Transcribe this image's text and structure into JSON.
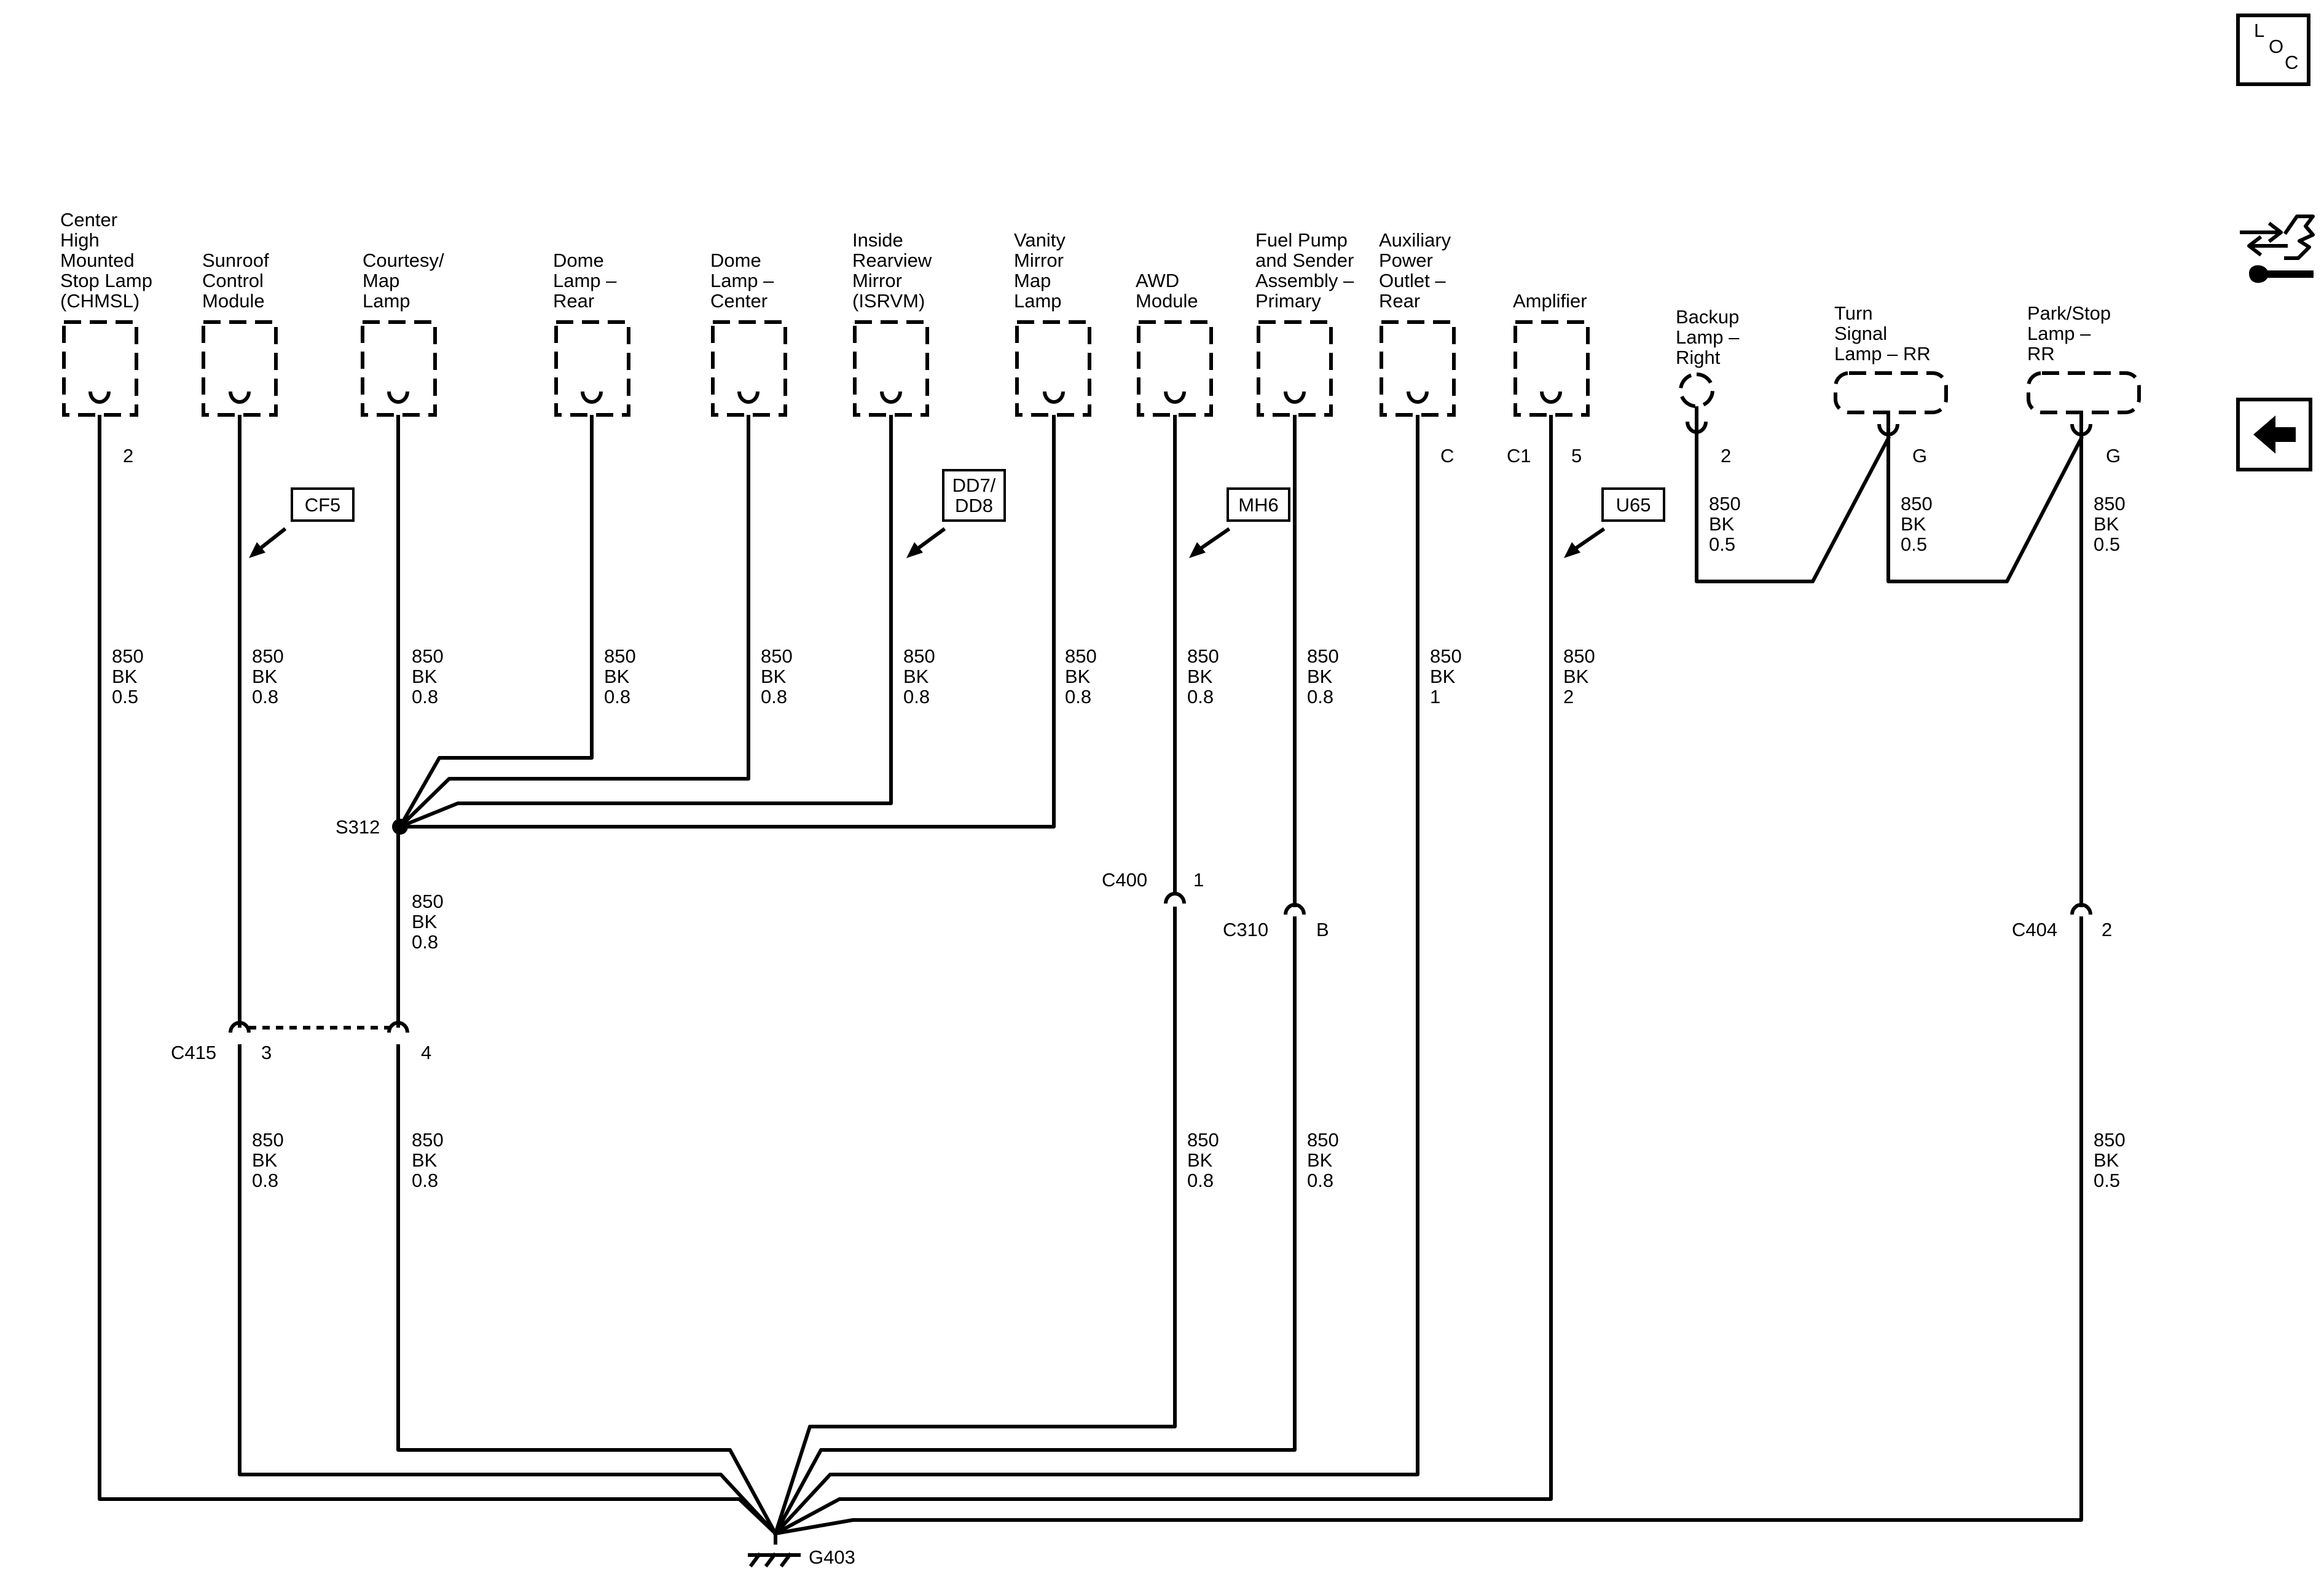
{
  "nav": {
    "loc_letters": [
      "L",
      "O",
      "C"
    ],
    "icons": [
      "loc-icon",
      "connector-end-view-icon",
      "back-arrow-icon"
    ]
  },
  "components": [
    {
      "id": "chmsl",
      "lines": [
        "Center",
        "High",
        "Mounted",
        "Stop Lamp",
        "(CHMSL)"
      ],
      "pin": "2"
    },
    {
      "id": "sunroof",
      "lines": [
        "Sunroof",
        "Control",
        "Module"
      ],
      "pin": ""
    },
    {
      "id": "courtesy",
      "lines": [
        "Courtesy/",
        "Map",
        "Lamp"
      ],
      "pin": ""
    },
    {
      "id": "dome-rear",
      "lines": [
        "Dome",
        "Lamp –",
        "Rear"
      ],
      "pin": ""
    },
    {
      "id": "dome-center",
      "lines": [
        "Dome",
        "Lamp –",
        "Center"
      ],
      "pin": ""
    },
    {
      "id": "isrvm",
      "lines": [
        "Inside",
        "Rearview",
        "Mirror",
        "(ISRVM)"
      ],
      "pin": ""
    },
    {
      "id": "vanity",
      "lines": [
        "Vanity",
        "Mirror",
        "Map",
        "Lamp"
      ],
      "pin": ""
    },
    {
      "id": "awd",
      "lines": [
        "AWD",
        "Module"
      ],
      "pin": ""
    },
    {
      "id": "fuel-pump",
      "lines": [
        "Fuel Pump",
        "and Sender",
        "Assembly –",
        "Primary"
      ],
      "pin": ""
    },
    {
      "id": "aux-outlet",
      "lines": [
        "Auxiliary",
        "Power",
        "Outlet –",
        "Rear"
      ],
      "pin": "C"
    },
    {
      "id": "amplifier",
      "lines": [
        "Amplifier"
      ],
      "pin": "5",
      "connector": "C1"
    },
    {
      "id": "backup-lamp",
      "lines": [
        "Backup",
        "Lamp –",
        "Right"
      ],
      "pin": "2"
    },
    {
      "id": "turn-lamp",
      "lines": [
        "Turn",
        "Signal",
        "Lamp – RR"
      ],
      "pin": "G"
    },
    {
      "id": "park-lamp",
      "lines": [
        "Park/Stop",
        "Lamp –",
        "RR"
      ],
      "pin": "G"
    }
  ],
  "option_tags": [
    "CF5",
    "DD7/\nDD8",
    "MH6",
    "U65"
  ],
  "wire_labels": [
    [
      "850",
      "BK",
      "0.5"
    ],
    [
      "850",
      "BK",
      "0.8"
    ],
    [
      "850",
      "BK",
      "0.8"
    ],
    [
      "850",
      "BK",
      "0.8"
    ],
    [
      "850",
      "BK",
      "0.8"
    ],
    [
      "850",
      "BK",
      "0.8"
    ],
    [
      "850",
      "BK",
      "0.8"
    ],
    [
      "850",
      "BK",
      "0.8"
    ],
    [
      "850",
      "BK",
      "0.8"
    ],
    [
      "850",
      "BK",
      "1"
    ],
    [
      "850",
      "BK",
      "2"
    ],
    [
      "850",
      "BK",
      "0.5"
    ],
    [
      "850",
      "BK",
      "0.5"
    ],
    [
      "850",
      "BK",
      "0.5"
    ],
    [
      "850",
      "BK",
      "0.8"
    ],
    [
      "850",
      "BK",
      "0.8"
    ],
    [
      "850",
      "BK",
      "0.8"
    ],
    [
      "850",
      "BK",
      "0.8"
    ],
    [
      "850",
      "BK",
      "0.8"
    ],
    [
      "850",
      "BK",
      "0.5"
    ]
  ],
  "splice": "S312",
  "connectors": [
    {
      "name": "C415",
      "pins": [
        "3",
        "4"
      ]
    },
    {
      "name": "C400",
      "pins": [
        "1"
      ]
    },
    {
      "name": "C310",
      "pins": [
        "B"
      ]
    },
    {
      "name": "C404",
      "pins": [
        "2"
      ]
    }
  ],
  "ground": "G403"
}
